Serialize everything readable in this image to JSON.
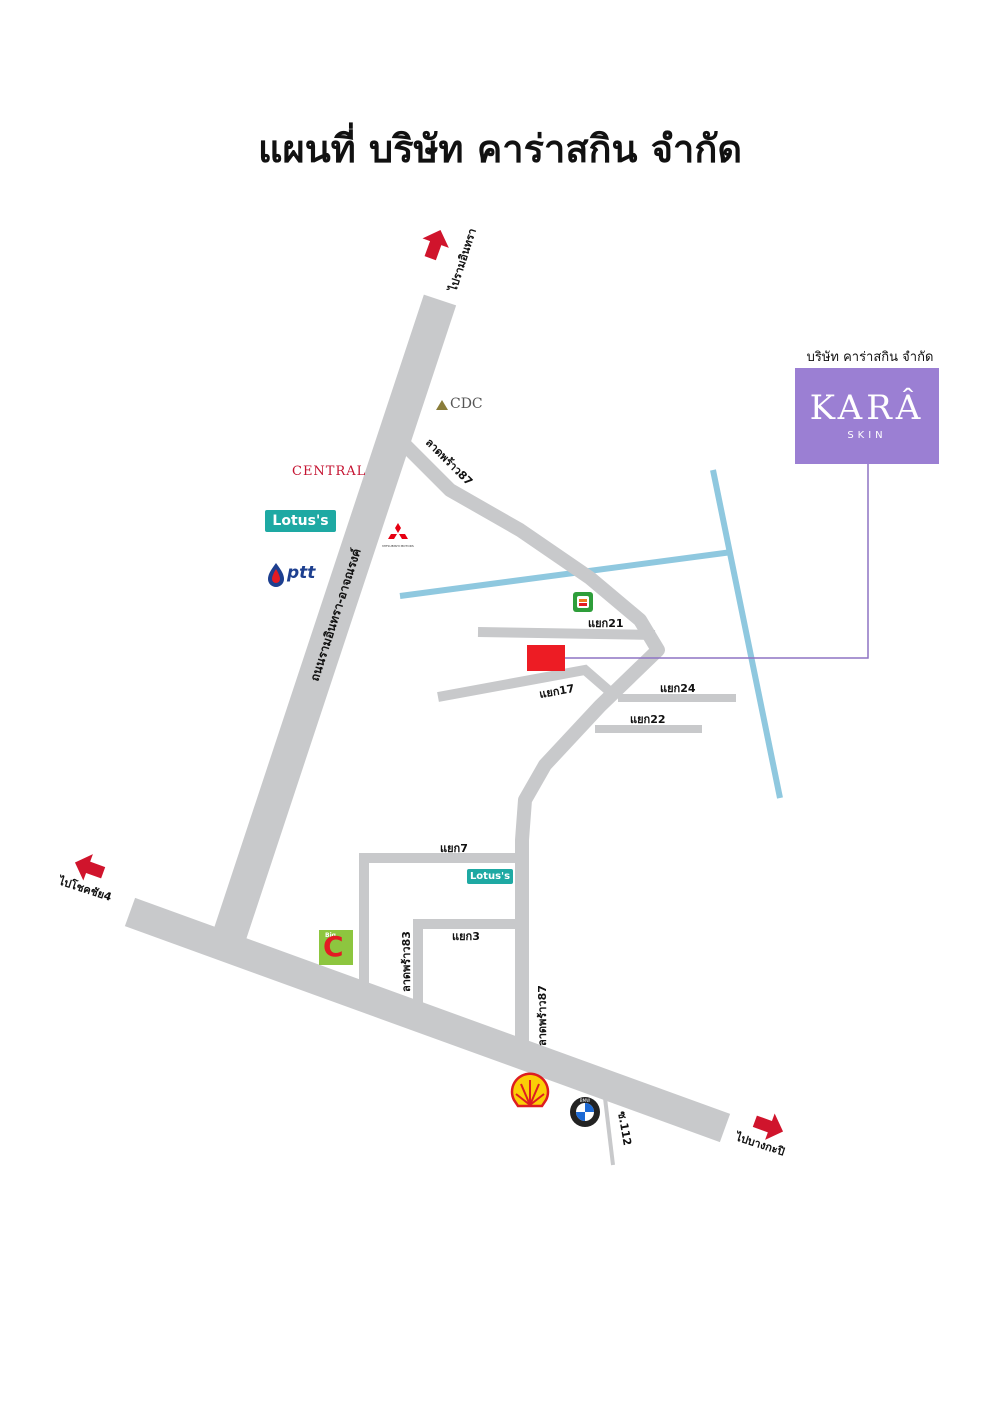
{
  "title": "แผนที่ บริษัท คาร่าสกิน จำกัด",
  "company": {
    "label": "บริษัท คาร่าสกิน จำกัด",
    "logo_main": "KARÂ",
    "logo_sub": "SKIN"
  },
  "roads": {
    "main_road": "ถนนรามอินทรา-อาจณรงค์",
    "soi_ladprao87_top": "ลาดพร้าว87",
    "soi_ladprao87_bottom": "ลาดพร้าว87",
    "soi_ladprao83": "ลาดพร้าว83",
    "soi_112": "ซ.112",
    "yaek21": "แยก21",
    "yaek17": "แยก17",
    "yaek24": "แยก24",
    "yaek22": "แยก22",
    "yaek7": "แยก7",
    "yaek3": "แยก3"
  },
  "directions": {
    "to_ramintra": "ไปรามอินทรา",
    "to_chokchai4": "ไปโชคชัย4",
    "to_bangkapi": "ไปบางกะปิ"
  },
  "landmarks": {
    "cdc": "CDC",
    "central": "CENTRAL",
    "lotus_left": "Lotus's",
    "lotus_mid": "Lotus's",
    "ptt": "ptt",
    "bigc": "Big",
    "bigc_letter": "C",
    "mitsubishi": "MITSUBISHI MOTORS",
    "bmw": "BMW"
  },
  "icons": [
    "arrow-icon",
    "target-marker-icon",
    "shell-icon",
    "bmw-icon",
    "mitsubishi-icon",
    "ptt-icon",
    "seven-eleven-icon"
  ],
  "colors": {
    "road": "#c8c9cb",
    "canal": "#8fc8df",
    "arrow": "#d0142c",
    "marker": "#ed1c24",
    "kara": "#9b7fd3",
    "connector": "#8e74c4"
  }
}
